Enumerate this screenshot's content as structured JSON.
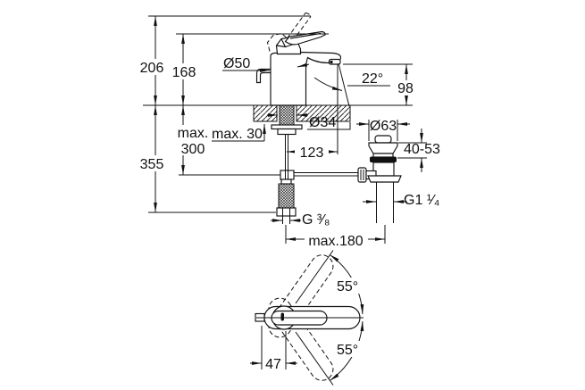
{
  "drawing": {
    "subject": "single-lever basin mixer technical dimension drawing with pop-up waste",
    "colors": {
      "background": "#ffffff",
      "line": "#111111"
    },
    "labels": {
      "height_overall": "206",
      "height_to_lever": "168",
      "body_diameter": "Ø50",
      "spout_angle": "22°",
      "spout_height": "98",
      "hose_max_prefix": "max.",
      "hose_max_value": "300",
      "deck_max_thickness": "max. 30",
      "total_below_height": "355",
      "hole_diameter": "Ø34",
      "spout_reach": "123",
      "waste_flange_diameter": "Ø63",
      "waste_adjust_range": "40-53",
      "waste_thread": "G1 ¹⁄₄",
      "hose_thread": "G ³⁄₈",
      "waste_max_distance": "max.180",
      "handle_swivel_upper": "55°",
      "handle_swivel_lower": "55°",
      "handle_pivot_offset": "47"
    }
  }
}
